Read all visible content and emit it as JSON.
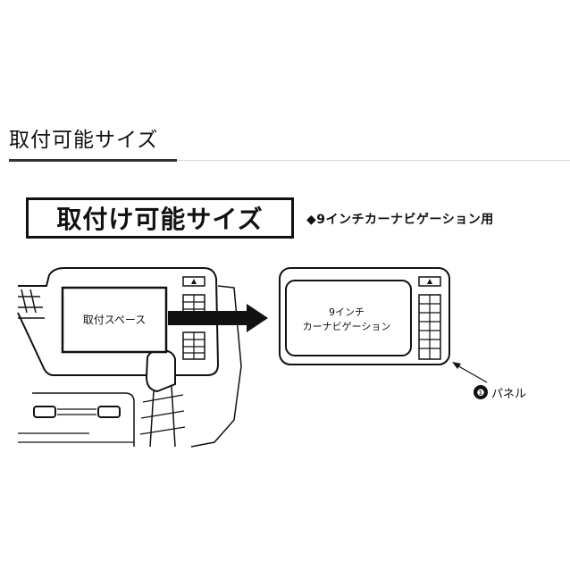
{
  "section_title": "取付可能サイズ",
  "box_title": "取付け可能サイズ",
  "note": "◆9インチカーナビゲーション用",
  "diagram": {
    "space_label": "取付スペース",
    "navi_label_line1": "9インチ",
    "navi_label_line2": "カーナビゲーション",
    "panel_marker": "❶",
    "panel_label": "パネル"
  }
}
